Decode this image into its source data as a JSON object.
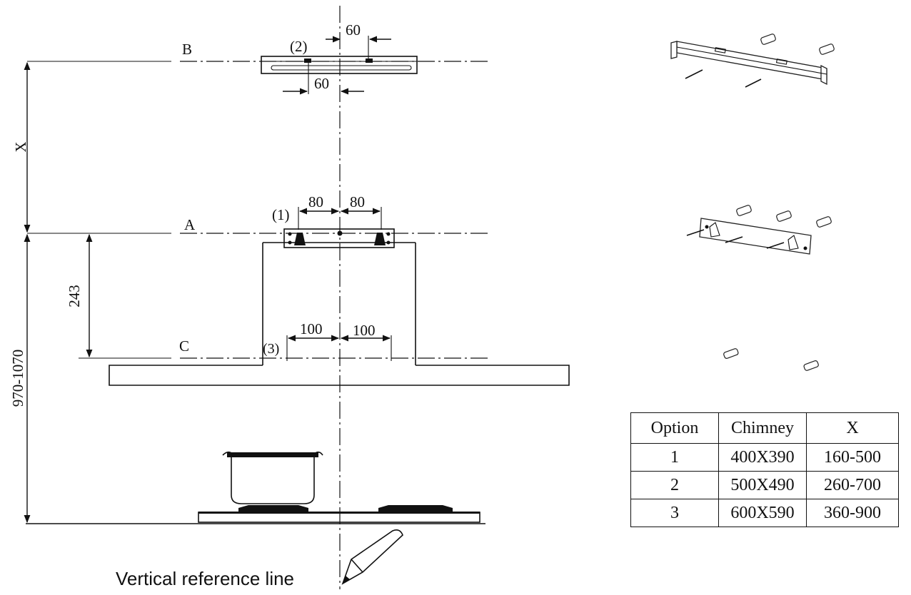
{
  "labels": {
    "line_b": "B",
    "line_a": "A",
    "line_c": "C",
    "part_2": "(2)",
    "part_1": "(1)",
    "part_3": "(3)",
    "dim_x": "X",
    "dim_243": "243",
    "dim_970_1070": "970-1070",
    "dim_60_top": "60",
    "dim_60_bottom": "60",
    "dim_80_left": "80",
    "dim_80_right": "80",
    "dim_100_left": "100",
    "dim_100_right": "100",
    "reference_line": "Vertical reference line"
  },
  "table": {
    "headers": [
      "Option",
      "Chimney",
      "X"
    ],
    "rows": [
      [
        "1",
        "400X390",
        "160-500"
      ],
      [
        "2",
        "500X490",
        "260-700"
      ],
      [
        "3",
        "600X590",
        "360-900"
      ]
    ]
  }
}
